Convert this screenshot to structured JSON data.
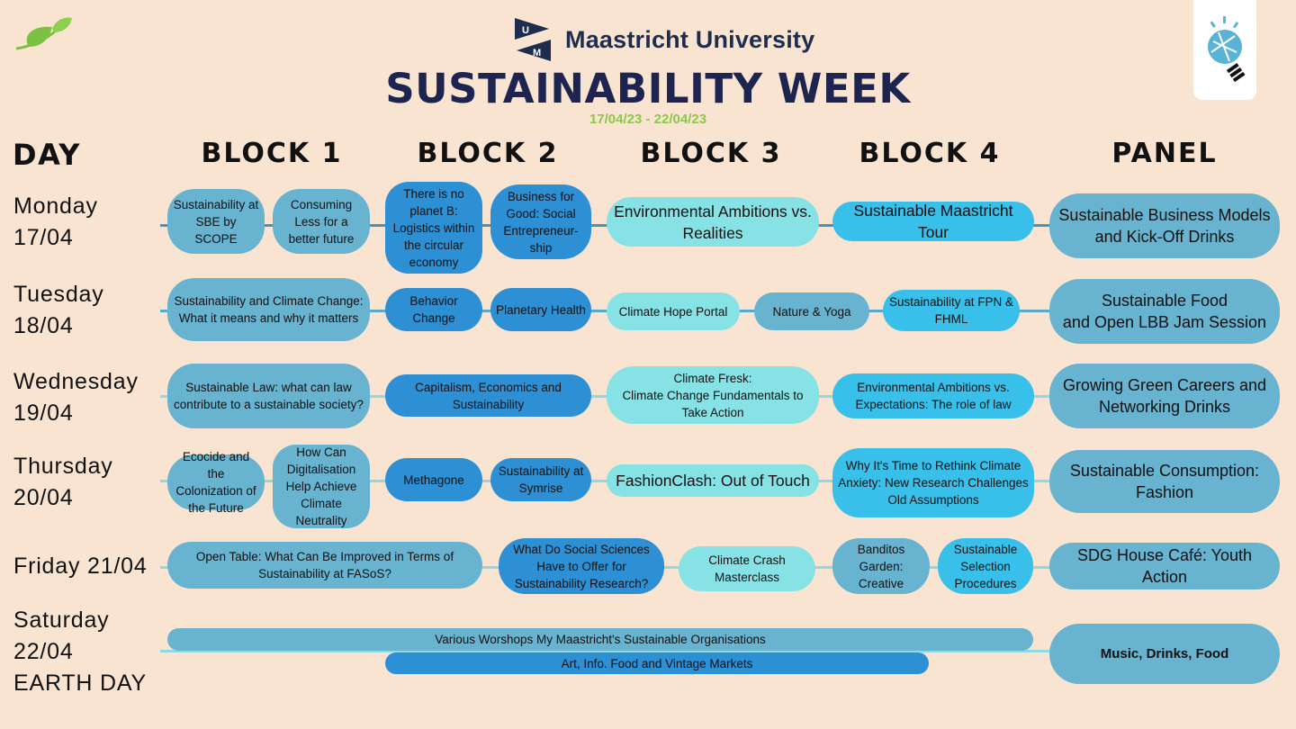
{
  "header": {
    "logo_text": "Maastricht University",
    "logo_mark": "UM",
    "title": "SUSTAINABILITY WEEK",
    "dates": "17/04/23 - 22/04/23"
  },
  "columns": {
    "day": "DAY",
    "block1": "BLOCK 1",
    "block2": "BLOCK 2",
    "block3": "BLOCK 3",
    "block4": "BLOCK 4",
    "panel": "PANEL"
  },
  "days": {
    "monday": "Monday\n17/04",
    "tuesday": "Tuesday\n18/04",
    "wednesday": "Wednesday\n19/04",
    "thursday": "Thursday\n20/04",
    "friday": "Friday 21/04",
    "saturday": "Saturday\n22/04\nEARTH DAY"
  },
  "events": {
    "mon_b1a": "Sustainability at SBE by SCOPE",
    "mon_b1b": "Consuming Less for a better future",
    "mon_b2a": "There is no planet B: Logistics within the circular economy",
    "mon_b2b": "Business for Good:  Social Entrepreneur-ship",
    "mon_b3": "Environmental Ambitions vs. Realities",
    "mon_b4": "Sustainable Maastricht Tour",
    "mon_panel": "Sustainable Business Models and Kick-Off Drinks",
    "tue_b1": "Sustainability and Climate Change: What it means and why it matters",
    "tue_b2a": "Behavior Change",
    "tue_b2b": "Planetary Health",
    "tue_b3a": "Climate Hope Portal",
    "tue_b3b": "Nature & Yoga",
    "tue_b4": "Sustainability at FPN & FHML",
    "tue_panel": "Sustainable Food\nand Open LBB Jam Session",
    "wed_b1": "Sustainable Law: what can law contribute to a sustainable society?",
    "wed_b2": "Capitalism, Economics and Sustainability",
    "wed_b3": "Climate Fresk:\nClimate Change Fundamentals to Take Action",
    "wed_b4": "Environmental Ambitions vs. Expectations: The role of law",
    "wed_panel": "Growing Green Careers and Networking Drinks",
    "thu_b1a": "Ecocide and the Colonization of the Future",
    "thu_b1b": "How Can Digitalisation Help Achieve Climate Neutrality",
    "thu_b2a": "Methagone",
    "thu_b2b": "Sustainability at Symrise",
    "thu_b3": "FashionClash: Out of Touch",
    "thu_b4": "Why It's Time to Rethink Climate Anxiety: New Research Challenges Old Assumptions",
    "thu_panel": "Sustainable Consumption: Fashion",
    "fri_b1": "Open Table: What Can Be Improved in Terms of Sustainability at FASoS?",
    "fri_b2": "What Do Social Sciences Have to Offer for Sustainability Research?",
    "fri_b3": "Climate Crash Masterclass",
    "fri_b4a": "Banditos Garden: Creative",
    "fri_b4b": "Sustainable Selection Procedures",
    "fri_panel": "SDG House Café: Youth Action",
    "sat_a": "Various Worshops My Maastricht's Sustainable Organisations",
    "sat_b": "Art, Info. Food and Vintage Markets",
    "sat_panel": "Music, Drinks, Food"
  },
  "colors": {
    "background": "#f9e4d2",
    "title": "#1e2450",
    "dates": "#8fc64c",
    "pill_steel": "#67b3d0",
    "pill_blue": "#2d8fd4",
    "pill_aqua": "#87e2e6",
    "pill_sky": "#38c0ea"
  },
  "icons": {
    "leaf": "leaf-icon",
    "bulb": "lightbulb-icon",
    "logo": "um-logo-icon"
  }
}
